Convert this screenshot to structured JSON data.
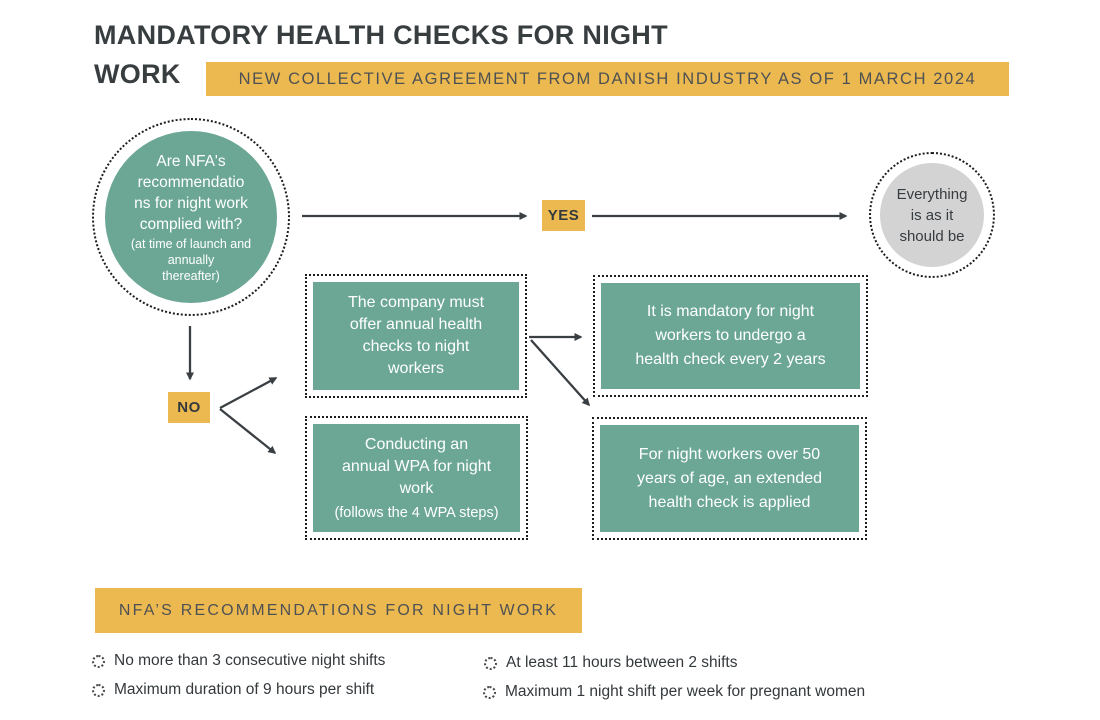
{
  "colors": {
    "green": "#6BA794",
    "yellow": "#ECB950",
    "gray": "#D3D3D3",
    "ink": "#383D40",
    "arrow": "#3A3F43"
  },
  "header": {
    "title_line1": "MANDATORY HEALTH CHECKS FOR NIGHT",
    "title_line2": "WORK",
    "subtitle_banner": "NEW COLLECTIVE AGREEMENT FROM DANISH INDUSTRY AS OF 1 MARCH 2024"
  },
  "flowchart": {
    "question_circle": {
      "main": "Are NFA's\nrecommendatio\nns for night work\ncomplied with?",
      "note": "(at time of launch and\nannually\nthereafter)"
    },
    "yes_label": "YES",
    "no_label": "NO",
    "outcome_circle": "Everything\nis as it\nshould be",
    "boxes": {
      "offer_checks": "The company must\noffer annual health\nchecks to night\nworkers",
      "wpa_main": "Conducting an\nannual WPA for night\nwork",
      "wpa_note": "(follows the 4 WPA steps)",
      "mandatory_2years": "It is mandatory for night\nworkers to undergo a\nhealth check every 2 years",
      "over50": "For night workers over 50\nyears of age, an extended\nhealth check is applied"
    }
  },
  "recommendations": {
    "banner": "NFA’S RECOMMENDATIONS FOR NIGHT WORK",
    "items": [
      "No more than 3 consecutive night shifts",
      "Maximum duration of 9 hours per shift",
      "At least 11 hours between 2 shifts",
      "Maximum 1 night shift per week for pregnant women"
    ]
  }
}
